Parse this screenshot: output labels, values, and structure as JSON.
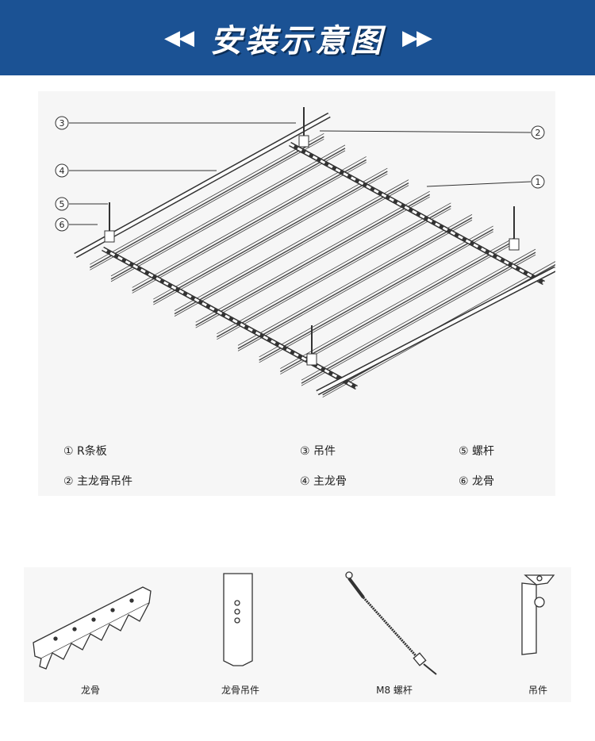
{
  "header": {
    "title": "安装示意图",
    "left_arrows": "◀◀",
    "right_arrows": "▶▶",
    "color": "#1b5294"
  },
  "callouts": [
    "①",
    "②",
    "③",
    "④",
    "⑤",
    "⑥"
  ],
  "legend": [
    {
      "num": "①",
      "label": "R条板"
    },
    {
      "num": "②",
      "label": "主龙骨吊件"
    },
    {
      "num": "③",
      "label": "吊件"
    },
    {
      "num": "④",
      "label": "主龙骨"
    },
    {
      "num": "⑤",
      "label": "螺杆"
    },
    {
      "num": "⑥",
      "label": "龙骨"
    }
  ],
  "parts": [
    {
      "label": "龙骨"
    },
    {
      "label": "龙骨吊件"
    },
    {
      "label": "M8 螺杆"
    },
    {
      "label": "吊件"
    }
  ]
}
